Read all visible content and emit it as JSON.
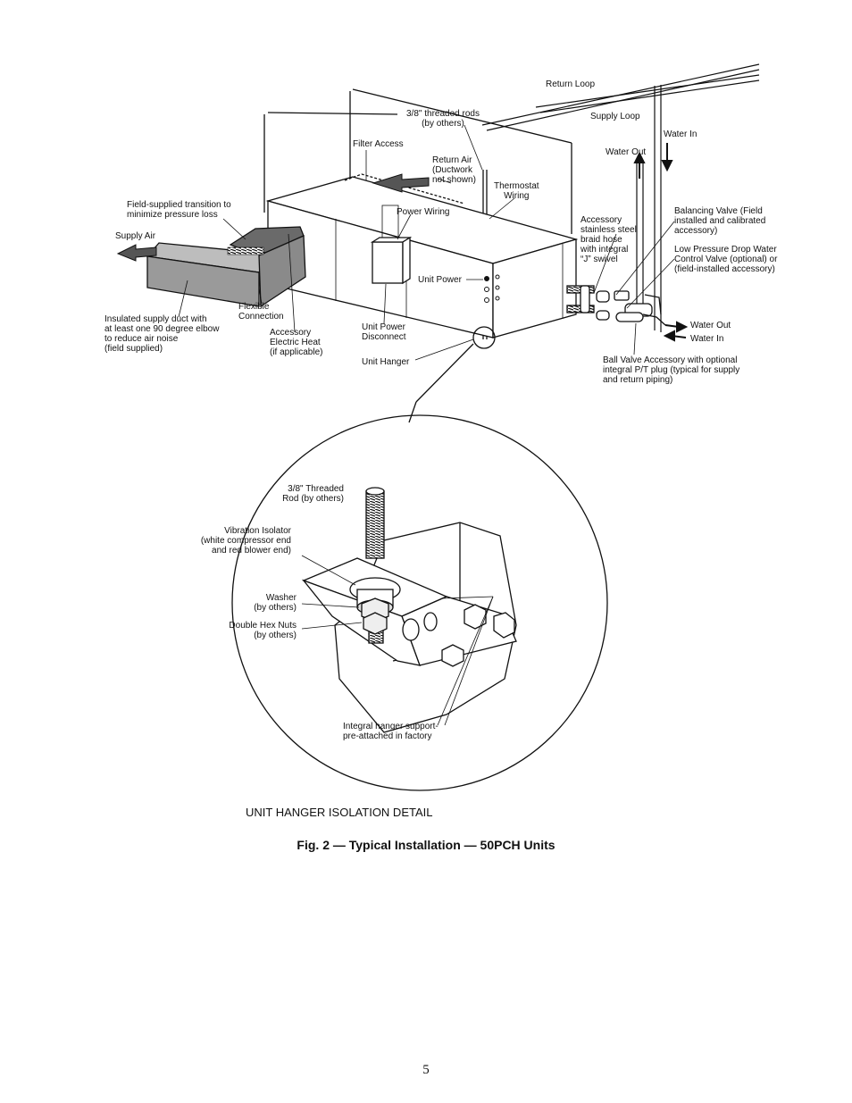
{
  "labels": {
    "return_loop": "Return Loop",
    "supply_loop": "Supply Loop",
    "threaded_rods": "3/8\" threaded rods\n(by others)",
    "water_in_top": "Water In",
    "water_out_top": "Water Out",
    "filter_access": "Filter Access",
    "return_air": "Return Air\n(Ductwork\nnot shown)",
    "thermostat_wiring": "Thermostat\nWiring",
    "field_transition": "Field-supplied transition to\nminimize pressure loss",
    "power_wiring": "Power Wiring",
    "supply_air": "Supply Air",
    "accessory_hose": "Accessory\nstainless steel\nbraid hose\nwith integral\n“J” swivel",
    "balancing_valve": "Balancing Valve (Field\ninstalled and calibrated\naccessory)",
    "low_pressure_valve": "Low Pressure Drop Water\nControl Valve (optional) or\n(field-installed accessory)",
    "unit_power": "Unit Power",
    "flexible_connection": "Flexible\nConnection",
    "insulated_duct": "Insulated supply duct with\nat least one 90 degree elbow\nto reduce air noise\n(field supplied)",
    "electric_heat": "Accessory\nElectric Heat\n(if applicable)",
    "unit_power_disconnect": "Unit Power\nDisconnect",
    "water_out_side": "Water Out",
    "water_in_side": "Water In",
    "unit_hanger": "Unit Hanger",
    "ball_valve": "Ball Valve Accessory with optional\nintegral P/T plug (typical for supply\nand return piping)",
    "threaded_rod_detail": "3/8\" Threaded\nRod (by others)",
    "vibration_isolator": "Vibration Isolator\n(white compressor end\nand red blower end)",
    "washer": "Washer\n(by others)",
    "hex_nuts": "Double Hex Nuts\n(by others)",
    "integral_hanger": "Integral hanger support-\npre-attached in factory"
  },
  "detail_title": "UNIT HANGER ISOLATION DETAIL",
  "caption": "Fig. 2 — Typical Installation — 50PCH Units",
  "page_number": "5"
}
